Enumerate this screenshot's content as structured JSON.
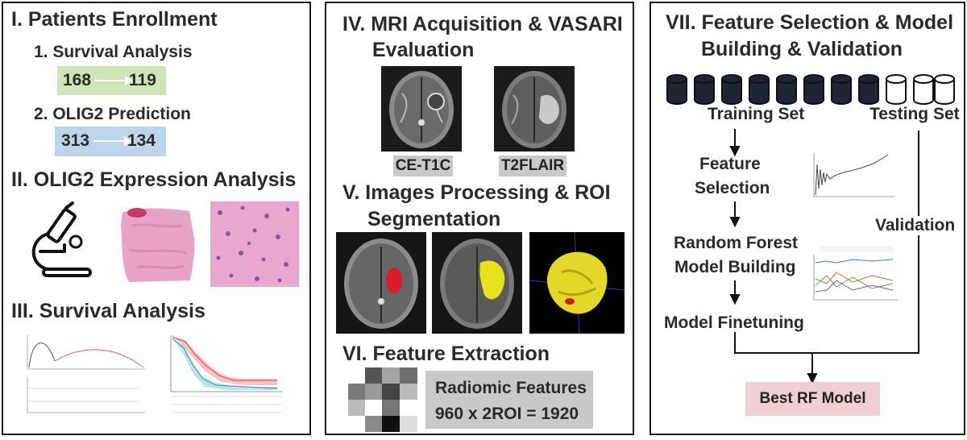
{
  "panel1": {
    "title": "I. Patients Enrollment",
    "survival_label": "1. Survival Analysis",
    "survival_from": "168",
    "survival_to": "119",
    "olig2_label": "2. OLIG2 Prediction",
    "olig2_from": "313",
    "olig2_to": "134",
    "expression_title": "II. OLIG2 Expression Analysis",
    "survival_section_title": "III. Survival Analysis",
    "colors": {
      "green_box": "#cfe5b7",
      "blue_box": "#bcd4ec"
    }
  },
  "panel2": {
    "mri_title_line1": "IV. MRI Acquisition & VASARI",
    "mri_title_line2": "Evaluation",
    "cet1c_label": "CE-T1C",
    "t2flair_label": "T2FLAIR",
    "processing_title_line1": "V. Images Processing & ROI",
    "processing_title_line2": "Segmentation",
    "extraction_title": "VI. Feature Extraction",
    "radiomic_line1": "Radiomic Features",
    "radiomic_line2": "960 x 2ROI = 1920",
    "colors": {
      "label_bg": "#c9c9c9"
    }
  },
  "panel3": {
    "title_line1": "VII. Feature Selection & Model",
    "title_line2": "Building & Validation",
    "training_set": "Training Set",
    "testing_set": "Testing Set",
    "feature_selection_line1": "Feature",
    "feature_selection_line2": "Selection",
    "validation": "Validation",
    "rf_line1": "Random Forest",
    "rf_line2": "Model Building",
    "finetuning": "Model Finetuning",
    "best_model": "Best RF Model",
    "colors": {
      "best_model_bg": "#efcfd3",
      "db_dark": "#1f2535"
    }
  }
}
